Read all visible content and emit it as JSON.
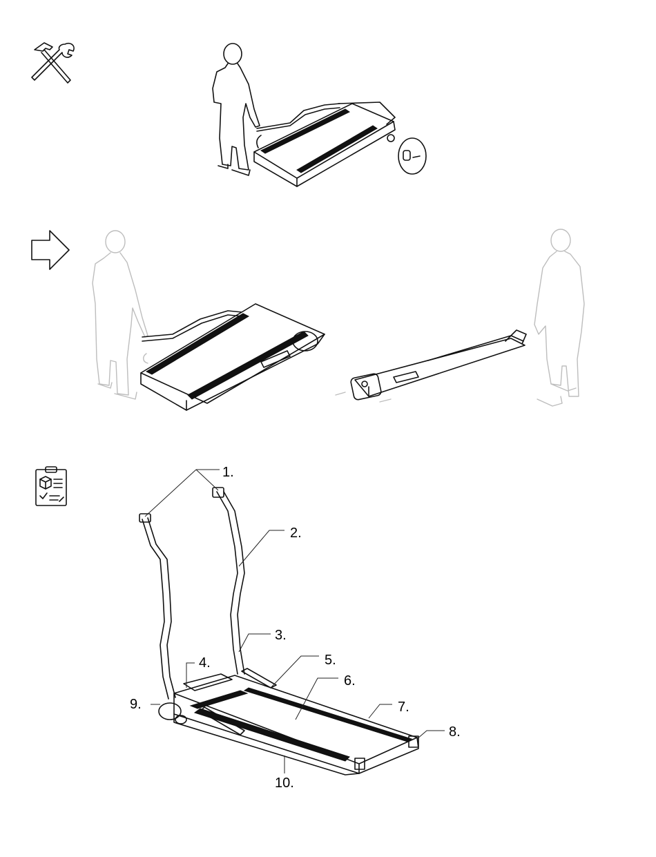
{
  "icons": {
    "tools": "tools-icon",
    "arrow": "arrow-right-icon",
    "checklist": "checklist-icon"
  },
  "parts": {
    "p1": "1.",
    "p2": "2.",
    "p3": "3.",
    "p4": "4.",
    "p5": "5.",
    "p6": "6.",
    "p7": "7.",
    "p8": "8.",
    "p9": "9.",
    "p10": "10."
  }
}
